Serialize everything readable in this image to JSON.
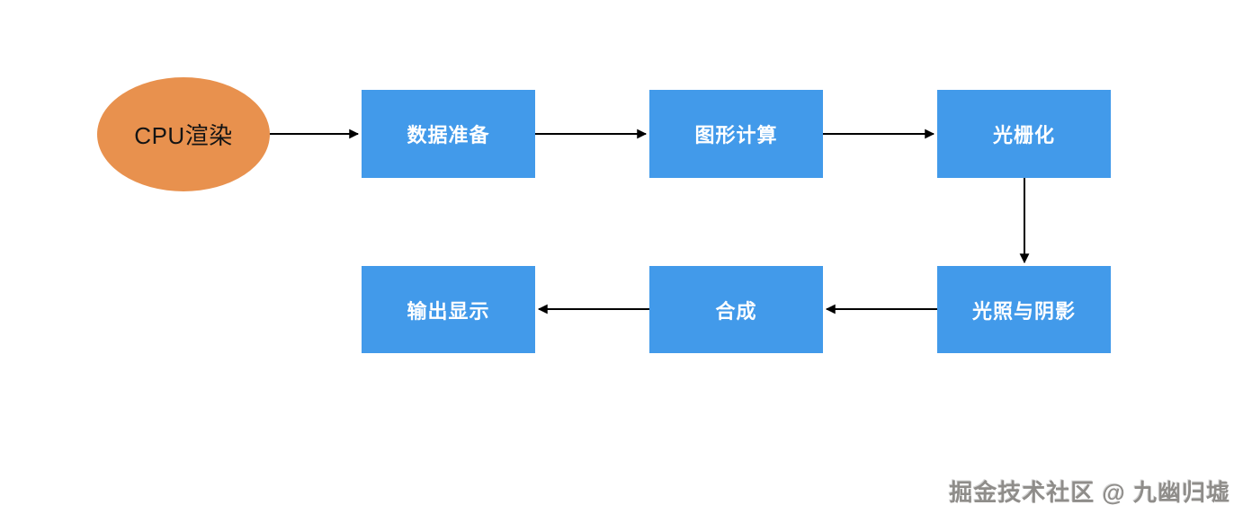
{
  "diagram": {
    "start_node": {
      "id": "cpu-render",
      "label": "CPU渲染",
      "shape": "ellipse",
      "fill": "#E8914E",
      "text_color": "#141414"
    },
    "nodes": [
      {
        "id": "data-preparation",
        "label": "数据准备"
      },
      {
        "id": "graphics-compute",
        "label": "图形计算"
      },
      {
        "id": "rasterization",
        "label": "光栅化"
      },
      {
        "id": "lighting-shadows",
        "label": "光照与阴影"
      },
      {
        "id": "compositing",
        "label": "合成"
      },
      {
        "id": "output-display",
        "label": "输出显示"
      }
    ],
    "node_style": {
      "fill": "#429AEA",
      "text_color": "#FFFFFF"
    },
    "edges": [
      {
        "from": "cpu-render",
        "to": "data-preparation"
      },
      {
        "from": "data-preparation",
        "to": "graphics-compute"
      },
      {
        "from": "graphics-compute",
        "to": "rasterization"
      },
      {
        "from": "rasterization",
        "to": "lighting-shadows"
      },
      {
        "from": "lighting-shadows",
        "to": "compositing"
      },
      {
        "from": "compositing",
        "to": "output-display"
      }
    ],
    "arrow_color": "#000000"
  },
  "watermark": {
    "text": "掘金技术社区 @ 九幽归墟",
    "color": "#8F8D8A"
  }
}
